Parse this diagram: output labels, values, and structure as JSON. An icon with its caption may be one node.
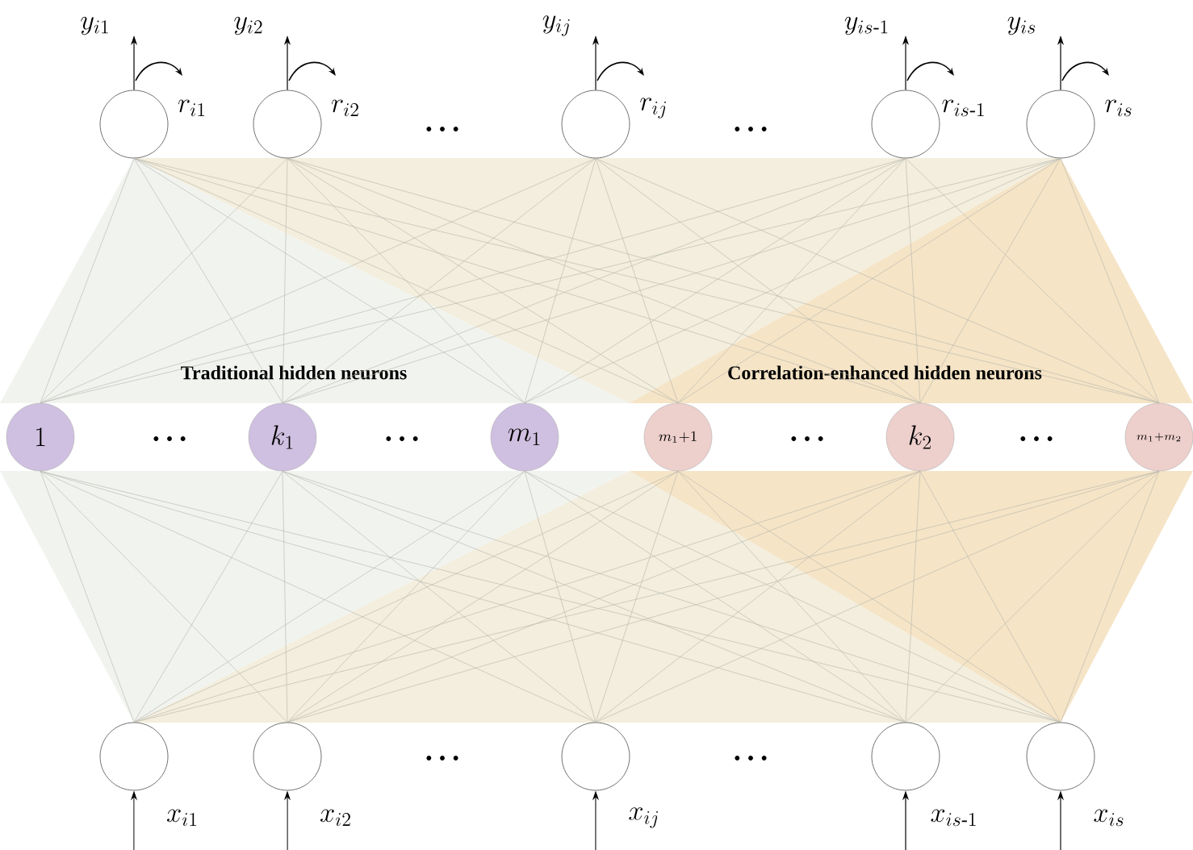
{
  "diagram": {
    "nodes": [
      {
        "text": [],
        "shape": "circle",
        "beside": [
          "y_{i1}",
          "r_{i1}"
        ]
      },
      {
        "text": [],
        "shape": "circle",
        "beside": [
          "y_{i2}",
          "r_{i2}"
        ]
      },
      {
        "text": [],
        "shape": "circle",
        "beside": [
          "y_{ij}",
          "r_{ij}"
        ]
      },
      {
        "text": [],
        "shape": "circle",
        "beside": [
          "y_{is\\text{-}1}",
          "r_{is\\text{-}1}"
        ]
      },
      {
        "text": [],
        "shape": "circle",
        "beside": [
          "y_{is}",
          "r_{is}"
        ]
      },
      {
        "text": [
          "1"
        ]
      },
      {
        "text": [
          "k_1"
        ]
      },
      {
        "text": [
          "m_1"
        ]
      },
      {
        "text": [
          "m_1{+}1"
        ]
      },
      {
        "text": [
          "k_2"
        ]
      },
      {
        "text": [
          "m_1{+}m_2"
        ]
      },
      {
        "text": [],
        "shape": "circle",
        "beside": [
          "x_{i1}"
        ]
      },
      {
        "text": [],
        "shape": "circle",
        "beside": [
          "x_{i2}"
        ]
      },
      {
        "text": [],
        "shape": "circle",
        "beside": [
          "x_{ij}"
        ]
      },
      {
        "text": [],
        "shape": "circle",
        "beside": [
          "x_{is\\text{-}1}"
        ]
      },
      {
        "text": [],
        "shape": "circle",
        "beside": [
          "x_{is}"
        ]
      }
    ],
    "edges": [
      {
        "from": 0,
        "to": null,
        "arrow": "to",
        "color": "#000000"
      },
      {
        "from": 1,
        "to": null,
        "arrow": "to",
        "color": "#000000"
      },
      {
        "from": 2,
        "to": null,
        "arrow": "to",
        "color": "#000000"
      },
      {
        "from": 3,
        "to": null,
        "arrow": "to",
        "color": "#000000"
      },
      {
        "from": 4,
        "to": null,
        "arrow": "to",
        "color": "#000000"
      },
      {
        "from": 5,
        "to": 0,
        "arrow": "none"
      },
      {
        "from": 5,
        "to": 1,
        "arrow": "none"
      },
      {
        "from": 5,
        "to": 2,
        "arrow": "none"
      },
      {
        "from": 5,
        "to": 3,
        "arrow": "none"
      },
      {
        "from": 5,
        "to": 4,
        "arrow": "none"
      },
      {
        "from": 6,
        "to": 0,
        "arrow": "none"
      },
      {
        "from": 6,
        "to": 1,
        "arrow": "none"
      },
      {
        "from": 6,
        "to": 2,
        "arrow": "none"
      },
      {
        "from": 6,
        "to": 3,
        "arrow": "none"
      },
      {
        "from": 6,
        "to": 4,
        "arrow": "none"
      },
      {
        "from": 7,
        "to": 0,
        "arrow": "none"
      },
      {
        "from": 7,
        "to": 1,
        "arrow": "none"
      },
      {
        "from": 7,
        "to": 2,
        "arrow": "none"
      },
      {
        "from": 7,
        "to": 3,
        "arrow": "none"
      },
      {
        "from": 7,
        "to": 4,
        "arrow": "none"
      },
      {
        "from": 8,
        "to": 0,
        "arrow": "none"
      },
      {
        "from": 8,
        "to": 1,
        "arrow": "none"
      },
      {
        "from": 8,
        "to": 2,
        "arrow": "none"
      },
      {
        "from": 8,
        "to": 3,
        "arrow": "none"
      },
      {
        "from": 8,
        "to": 4,
        "arrow": "none"
      },
      {
        "from": 9,
        "to": 0,
        "arrow": "none"
      },
      {
        "from": 9,
        "to": 1,
        "arrow": "none"
      },
      {
        "from": 9,
        "to": 2,
        "arrow": "none"
      },
      {
        "from": 9,
        "to": 3,
        "arrow": "none"
      },
      {
        "from": 9,
        "to": 4,
        "arrow": "none"
      },
      {
        "from": 10,
        "to": 0,
        "arrow": "none"
      },
      {
        "from": 10,
        "to": 1,
        "arrow": "none"
      },
      {
        "from": 10,
        "to": 2,
        "arrow": "none"
      },
      {
        "from": 10,
        "to": 3,
        "arrow": "none"
      },
      {
        "from": 10,
        "to": 4,
        "arrow": "none"
      },
      {
        "from": 11,
        "to": 5,
        "arrow": "none"
      },
      {
        "from": 11,
        "to": 6,
        "arrow": "none"
      },
      {
        "from": 11,
        "to": 7,
        "arrow": "none"
      },
      {
        "from": 11,
        "to": 8,
        "arrow": "none"
      },
      {
        "from": 11,
        "to": 9,
        "arrow": "none"
      },
      {
        "from": 11,
        "to": 10,
        "arrow": "none"
      },
      {
        "from": 12,
        "to": 5,
        "arrow": "none"
      },
      {
        "from": 12,
        "to": 6,
        "arrow": "none"
      },
      {
        "from": 12,
        "to": 7,
        "arrow": "none"
      },
      {
        "from": 12,
        "to": 8,
        "arrow": "none"
      },
      {
        "from": 12,
        "to": 9,
        "arrow": "none"
      },
      {
        "from": 12,
        "to": 10,
        "arrow": "none"
      },
      {
        "from": 13,
        "to": 5,
        "arrow": "none"
      },
      {
        "from": 13,
        "to": 6,
        "arrow": "none"
      },
      {
        "from": 13,
        "to": 7,
        "arrow": "none"
      },
      {
        "from": 13,
        "to": 8,
        "arrow": "none"
      },
      {
        "from": 13,
        "to": 9,
        "arrow": "none"
      },
      {
        "from": 13,
        "to": 10,
        "arrow": "none"
      },
      {
        "from": 14,
        "to": 5,
        "arrow": "none"
      },
      {
        "from": 14,
        "to": 6,
        "arrow": "none"
      },
      {
        "from": 14,
        "to": 7,
        "arrow": "none"
      },
      {
        "from": 14,
        "to": 8,
        "arrow": "none"
      },
      {
        "from": 14,
        "to": 9,
        "arrow": "none"
      },
      {
        "from": 14,
        "to": 10,
        "arrow": "none"
      },
      {
        "from": 15,
        "to": 5,
        "arrow": "none"
      },
      {
        "from": 15,
        "to": 6,
        "arrow": "none"
      },
      {
        "from": 15,
        "to": 7,
        "arrow": "none"
      },
      {
        "from": 15,
        "to": 8,
        "arrow": "none"
      },
      {
        "from": 15,
        "to": 9,
        "arrow": "none"
      },
      {
        "from": 15,
        "to": 10,
        "arrow": "none"
      },
      {
        "from": null,
        "to": 11,
        "arrow": "to",
        "color": "#000000"
      },
      {
        "from": null,
        "to": 12,
        "arrow": "to",
        "color": "#000000"
      },
      {
        "from": null,
        "to": 13,
        "arrow": "to",
        "color": "#000000"
      },
      {
        "from": null,
        "to": 14,
        "arrow": "to",
        "color": "#000000"
      },
      {
        "from": null,
        "to": 15,
        "arrow": "to",
        "color": "#000000"
      }
    ],
    "labels": [
      "…",
      "…",
      "Traditional hidden neurons",
      "Correlation-enhanced hidden neurons",
      "…",
      "…",
      "…",
      "…",
      "…",
      "…"
    ]
  }
}
